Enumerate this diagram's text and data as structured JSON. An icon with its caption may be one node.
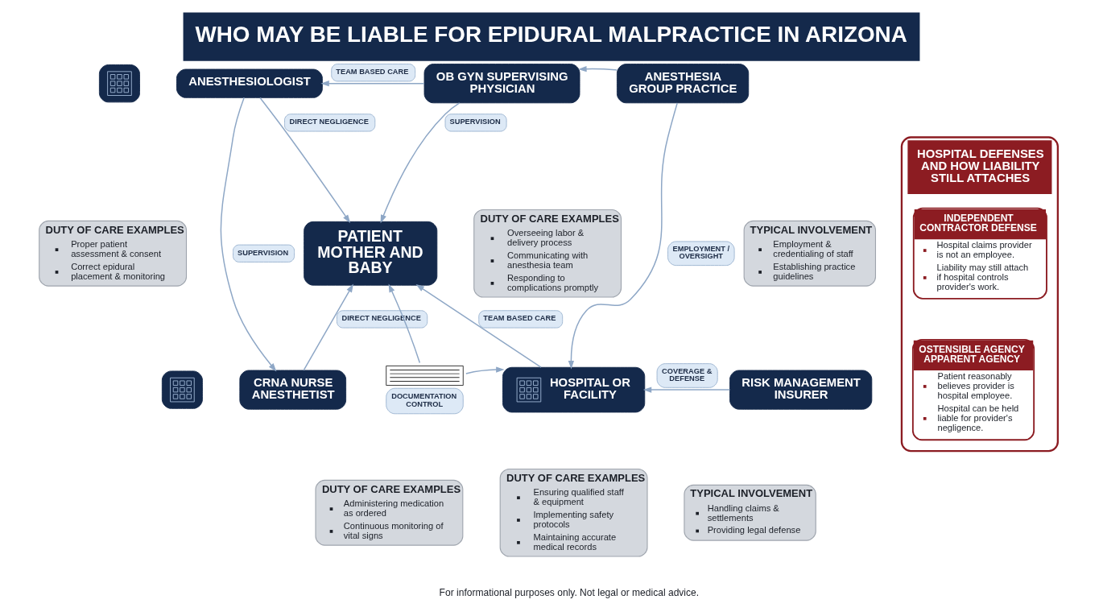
{
  "diagram": {
    "title": "WHO MAY BE LIABLE FOR EPIDURAL MALPRACTICE IN ARIZONA",
    "caption": "For informational purposes only. Not legal or medical advice.",
    "nodes": [
      {
        "text": [],
        "shape": "picture"
      },
      {
        "text": [
          "ANESTHESIOLOGIST"
        ]
      },
      {
        "text": [
          "OB GYN SUPERVISING PHYSICIAN"
        ]
      },
      {
        "text": [
          "ANESTHESIA GROUP PRACTICE"
        ]
      },
      {
        "text": [
          "DUTY OF CARE EXAMPLES",
          "Proper patient assessment & consent",
          "Correct epidural placement & monitoring"
        ]
      },
      {
        "text": [
          "DUTY OF CARE EXAMPLES",
          "Overseeing labor & delivery process",
          "Communicating with anesthesia team",
          "Responding to complications promptly"
        ]
      },
      {
        "text": [
          "TYPICAL INVOLVEMENT",
          "Employment & credentialing of staff",
          "Establishing practice guidelines"
        ]
      },
      {
        "text": [
          "PATIENT MOTHER AND BABY"
        ]
      },
      {
        "text": [],
        "shape": "picture"
      },
      {
        "text": [
          "CRNA NURSE ANESTHETIST"
        ]
      },
      {
        "text": [
          "DOCUMENTATION CONTROL"
        ]
      },
      {
        "text": [
          "HOSPITAL OR FACILITY"
        ]
      },
      {
        "text": [
          "RISK MANAGEMENT INSURER"
        ]
      },
      {
        "text": [
          "DUTY OF CARE EXAMPLES",
          "Administering medication as ordered",
          "Continuous monitoring of vital signs"
        ]
      },
      {
        "text": [
          "DUTY OF CARE EXAMPLES",
          "Ensuring qualified staff & equipment",
          "Implementing safety protocols",
          "Maintaining accurate medical records"
        ]
      },
      {
        "text": [
          "TYPICAL INVOLVEMENT",
          "Handling claims & settlements",
          "Providing legal defense"
        ]
      },
      {
        "text": [
          "HOSPITAL DEFENSES AND HOW LIABILITY STILL ATTACHES"
        ]
      },
      {
        "text": [
          "INDEPENDENT CONTRACTOR DEFENSE",
          "Hospital claims provider is not an employee.",
          "Liability may still attach if hospital controls provider's work."
        ],
        "in": 16
      },
      {
        "text": [
          "OSTENSIBLE AGENCY APPARENT AGENCY",
          "Patient reasonably believes provider is hospital employee.",
          "Hospital can be held liable for provider's negligence."
        ],
        "in": 16
      }
    ],
    "edges": [
      {
        "from": 2,
        "to": 1,
        "arrow": "to",
        "label": "TEAM BASED CARE"
      },
      {
        "from": 1,
        "to": 7,
        "arrow": "to",
        "label": "DIRECT NEGLIGENCE"
      },
      {
        "from": 2,
        "to": 7,
        "arrow": "to",
        "label": "SUPERVISION"
      },
      {
        "from": 3,
        "to": 2,
        "arrow": "to"
      },
      {
        "from": 1,
        "to": 9,
        "arrow": "to",
        "label": "SUPERVISION"
      },
      {
        "from": 9,
        "to": 7,
        "arrow": "to",
        "label": "DIRECT NEGLIGENCE"
      },
      {
        "from": 10,
        "to": 7,
        "arrow": "to"
      },
      {
        "from": 10,
        "to": 11,
        "arrow": "to"
      },
      {
        "from": 11,
        "to": 7,
        "arrow": "to",
        "label": "TEAM BASED CARE"
      },
      {
        "from": 3,
        "to": 11,
        "arrow": "to",
        "label": "EMPLOYMENT / OVERSIGHT"
      },
      {
        "from": 12,
        "to": 11,
        "arrow": "to",
        "label": "COVERAGE & DEFENSE"
      }
    ]
  }
}
